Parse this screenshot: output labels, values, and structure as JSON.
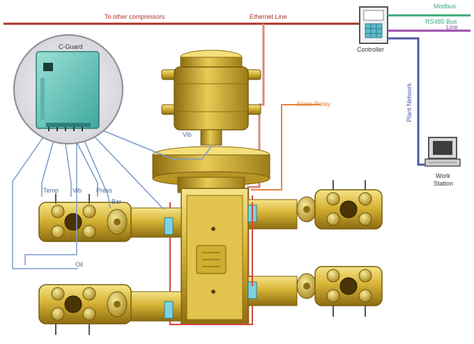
{
  "labels": {
    "compressors_line": "To other compressors",
    "ethernet": "Ethernet Line",
    "alarm": "Alarm Relay",
    "plant_network": "Plant Network",
    "controller": "Controller",
    "modbus_1": "Modbus",
    "modbus_2": "RS485 Bus",
    "line_3": "Line",
    "device": "C-Guard",
    "workstation_1": "Work",
    "workstation_2": "Station",
    "sensor_1": "Temp",
    "sensor_2": "Vib",
    "sensor_3": "Press",
    "sensor_4": "Bar",
    "sensor_5": "Oil",
    "sensor_6": "Vib"
  },
  "colors": {
    "ethernet": "#a83228",
    "alarm": "#e8823c",
    "network": "#4a5aa8",
    "modbus": "#3aa878",
    "purple": "#9a4aa8",
    "sensor_wire": "#7a9acb",
    "brass": "#d7b436",
    "brass_dark": "#8c6c10",
    "brass_light": "#f3e07a",
    "device_body": "#6ec9c0"
  }
}
